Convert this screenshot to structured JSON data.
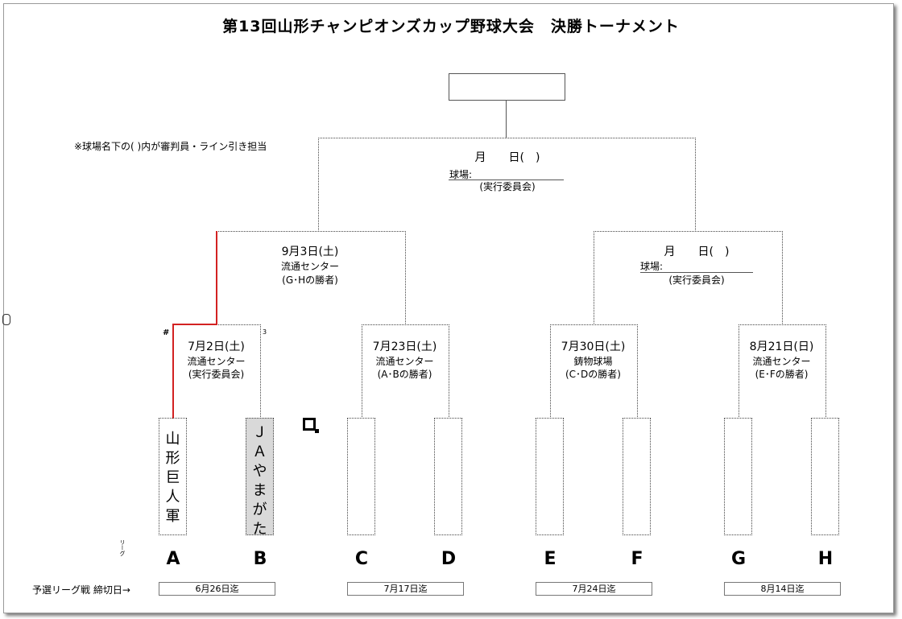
{
  "title": "第13回山形チャンピオンズカップ野球大会　決勝トーナメント",
  "note": "※球場名下の(  )内が審判員・ライン引き担当",
  "final": {
    "date": "月　　日(　)",
    "venue_label": "球場:",
    "committee": "(実行委員会)"
  },
  "semis": [
    {
      "date": "9月3日(土)",
      "venue": "流通センター",
      "sub": "(G･Hの勝者)"
    },
    {
      "date": "月　　日(　)",
      "venue": "球場:",
      "sub": "(実行委員会)"
    }
  ],
  "quarters": [
    {
      "date": "7月2日(土)",
      "venue": "流通センター",
      "sub": "(実行委員会)"
    },
    {
      "date": "7月23日(土)",
      "venue": "流通センター",
      "sub": "(A･Bの勝者)"
    },
    {
      "date": "7月30日(土)",
      "venue": "鋳物球場",
      "sub": "(C･Dの勝者)"
    },
    {
      "date": "8月21日(日)",
      "venue": "流通センター",
      "sub": "(E･Fの勝者)"
    }
  ],
  "teams": {
    "A": [
      "山",
      "形",
      "巨",
      "人",
      "軍"
    ],
    "B": [
      "Ｊ",
      "Ａ",
      "や",
      "ま",
      "が",
      "た"
    ]
  },
  "marks": {
    "hash": "#",
    "three": "3",
    "league_vertical": "リーグ"
  },
  "letters": [
    "A",
    "B",
    "C",
    "D",
    "E",
    "F",
    "G",
    "H"
  ],
  "deadline_label": "予選リーグ戦 締切日→",
  "deadlines": [
    "6月26日迄",
    "7月17日迄",
    "7月24日迄",
    "8月14日迄"
  ],
  "colors": {
    "winner_line": "#d32222",
    "gray_team": "#d9d9d9"
  }
}
